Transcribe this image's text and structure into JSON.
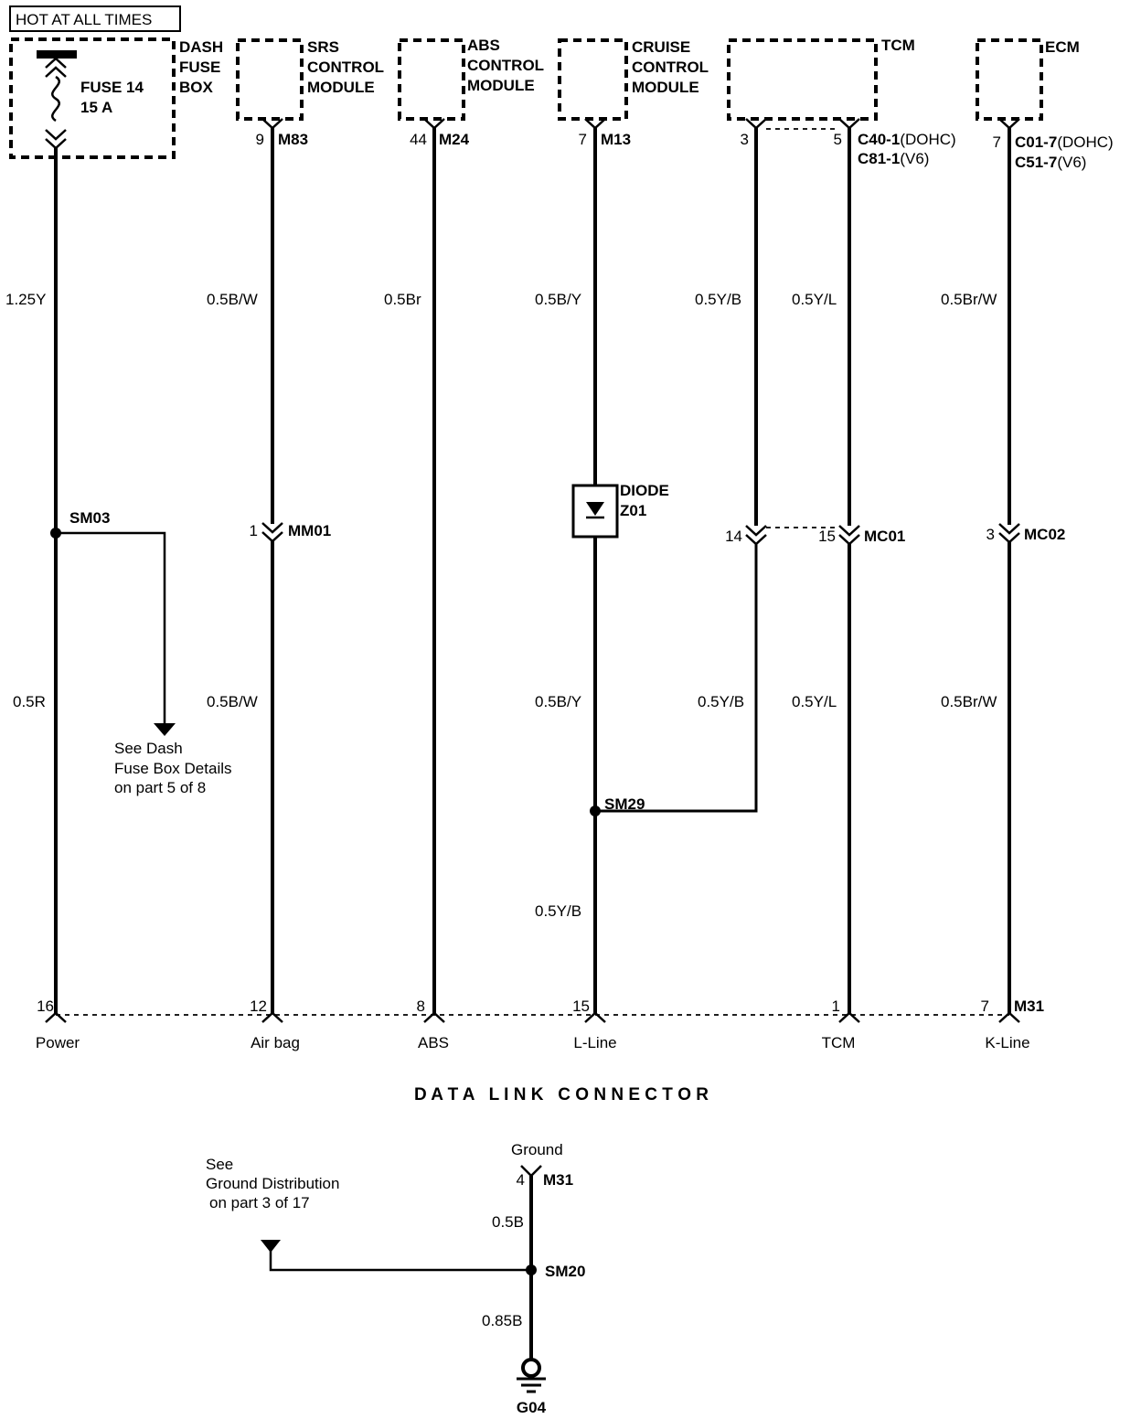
{
  "header": {
    "label": "HOT AT ALL TIMES"
  },
  "components": {
    "dash_fuse_box": {
      "line1": "DASH",
      "line2": "FUSE",
      "line3": "BOX",
      "fuse_line1": "FUSE 14",
      "fuse_line2": "15 A"
    },
    "srs": {
      "line1": "SRS",
      "line2": "CONTROL",
      "line3": "MODULE"
    },
    "abs": {
      "line1": "ABS",
      "line2": "CONTROL",
      "line3": "MODULE"
    },
    "cruise": {
      "line1": "CRUISE",
      "line2": "CONTROL",
      "line3": "MODULE"
    },
    "tcm": {
      "line1": "TCM"
    },
    "ecm": {
      "line1": "ECM"
    }
  },
  "top_connectors": {
    "srs": {
      "pin": "9",
      "id": "M83"
    },
    "abs": {
      "pin": "44",
      "id": "M24"
    },
    "cruise": {
      "pin": "7",
      "id": "M13"
    },
    "tcm_pin_a": "3",
    "tcm_pin_b": "5",
    "tcm_id_line1": "C40-1",
    "tcm_id_line1_suffix": "(DOHC)",
    "tcm_id_line2": "C81-1",
    "tcm_id_line2_suffix": "(V6)",
    "ecm_pin": "7",
    "ecm_id_line1": "C01-7",
    "ecm_id_line1_suffix": "(DOHC)",
    "ecm_id_line2": "C51-7",
    "ecm_id_line2_suffix": "(V6)"
  },
  "wires": {
    "power_top": "1.25Y",
    "power_bottom": "0.5R",
    "airbag_top": "0.5B/W",
    "airbag_bottom": "0.5B/W",
    "abs": "0.5Br",
    "lline_top": "0.5B/Y",
    "lline_mid": "0.5B/Y",
    "lline_bottom": "0.5Y/B",
    "tcm_a_top": "0.5Y/B",
    "tcm_a_bottom": "0.5Y/B",
    "tcm_b_top": "0.5Y/L",
    "tcm_b_bottom": "0.5Y/L",
    "ecm_top": "0.5Br/W",
    "ecm_bottom": "0.5Br/W",
    "ground_top": "0.5B",
    "ground_bottom": "0.85B"
  },
  "splices": {
    "power": "SM03",
    "lline": "SM29",
    "ground": "SM20"
  },
  "diode": {
    "line1": "DIODE",
    "line2": "Z01"
  },
  "mid_connectors": {
    "mm01_pin": "1",
    "mm01_id": "MM01",
    "mc01_pin_a": "14",
    "mc01_pin_b": "15",
    "mc01_id": "MC01",
    "mc02_pin": "3",
    "mc02_id": "MC02"
  },
  "refs": {
    "dash_line1": "See Dash",
    "dash_line2": "Fuse Box Details",
    "dash_line3": "on part 5 of 8",
    "ground_line1": "See",
    "ground_line2": "Ground Distribution",
    "ground_line3": "on part 3 of 17"
  },
  "dlc": {
    "title": "D A T A   L I N K   C O N N E C T O R",
    "id": "M31",
    "pins": [
      {
        "pin": "16",
        "label": "Power"
      },
      {
        "pin": "12",
        "label": "Air bag"
      },
      {
        "pin": "8",
        "label": "ABS"
      },
      {
        "pin": "15",
        "label": "L-Line"
      },
      {
        "pin": "1",
        "label": "TCM"
      },
      {
        "pin": "7",
        "label": "K-Line"
      }
    ]
  },
  "ground": {
    "label": "Ground",
    "pin": "4",
    "id": "M31",
    "point": "G04"
  }
}
